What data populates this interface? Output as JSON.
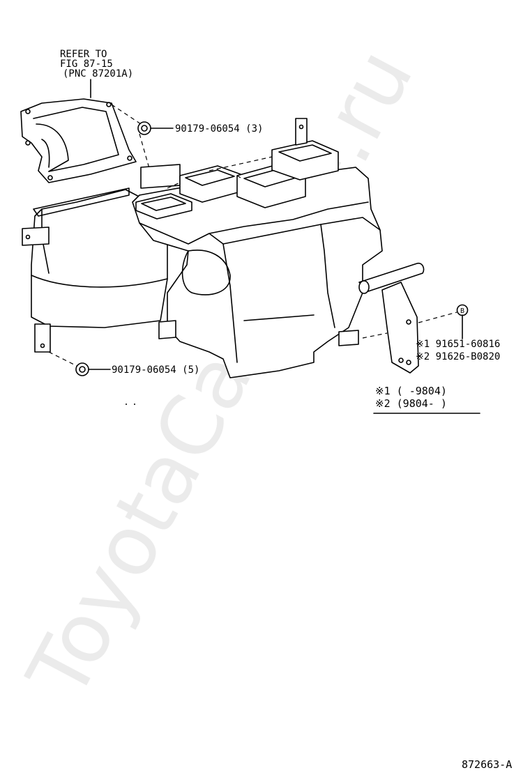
{
  "watermark": "ToyotaCarMine.ru",
  "refer_note": [
    "REFER TO",
    "FIG 87-15",
    "(PNC 87201A)"
  ],
  "parts": {
    "nut_top": "90179-06054 (3)",
    "nut_bottom": "90179-06054 (5)",
    "bolt_symbol": "B",
    "bolt_1": "※1 91651-60816",
    "bolt_2": "※2 91626-B0820"
  },
  "legend": {
    "row_1": "※1 (      -9804)",
    "row_2": "※2 (9804-      )"
  },
  "figure_id": "872663-A"
}
